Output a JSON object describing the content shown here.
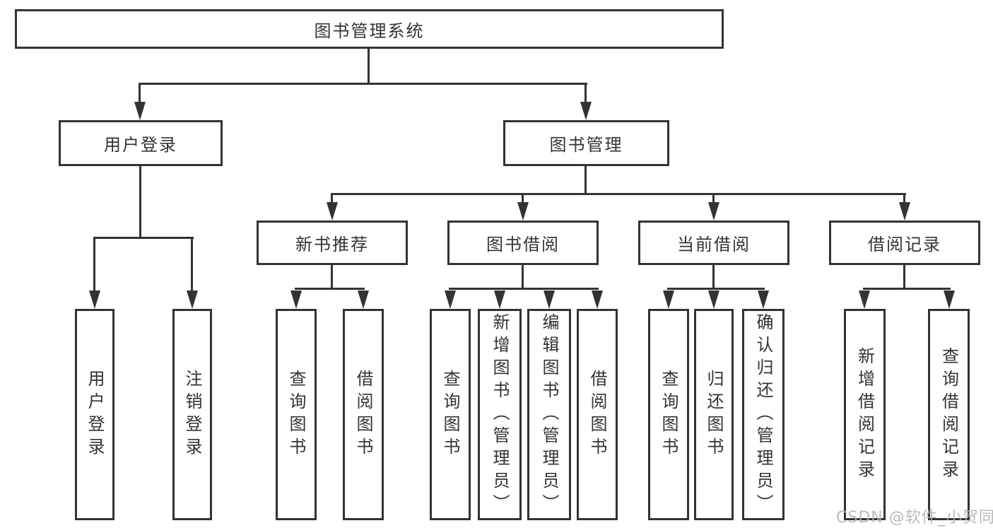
{
  "diagram": {
    "root": {
      "label": "图书管理系统"
    },
    "level2": [
      {
        "label": "用户登录"
      },
      {
        "label": "图书管理"
      }
    ],
    "level3": [
      {
        "label": "新书推荐"
      },
      {
        "label": "图书借阅"
      },
      {
        "label": "当前借阅"
      },
      {
        "label": "借阅记录"
      }
    ],
    "leaves": [
      {
        "label": "用户登录"
      },
      {
        "label": "注销登录"
      },
      {
        "label": "查询图书"
      },
      {
        "label": "借阅图书"
      },
      {
        "label": "查询图书"
      },
      {
        "label": "新增图书（管理员）"
      },
      {
        "label": "编辑图书（管理员）"
      },
      {
        "label": "借阅图书"
      },
      {
        "label": "查询图书"
      },
      {
        "label": "归还图书"
      },
      {
        "label": "确认归还（管理员）"
      },
      {
        "label": "新增借阅记录"
      },
      {
        "label": "查询借阅记录"
      }
    ],
    "watermark": "CSDN @软件_小贺同学",
    "colors": {
      "line": "#333333",
      "text": "#333333",
      "watermark": "#b3b3b3",
      "background": "#ffffff"
    }
  }
}
